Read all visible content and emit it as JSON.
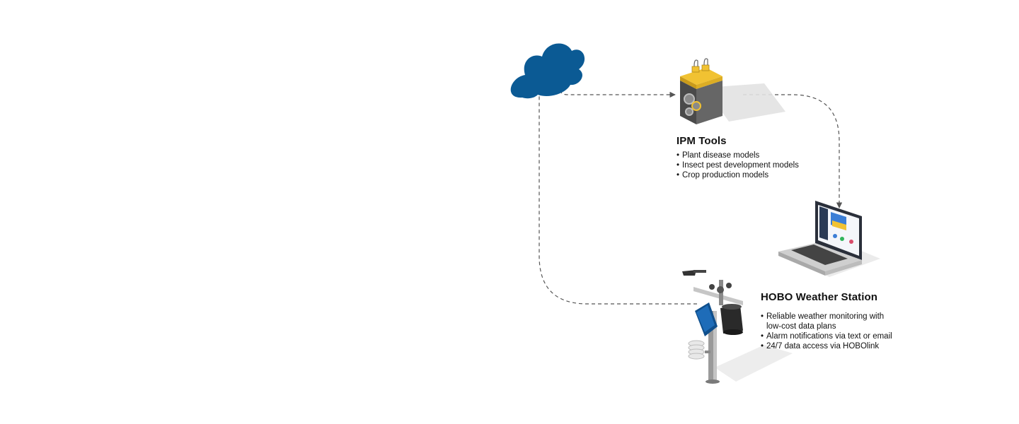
{
  "ipm_tools": {
    "title": "IPM Tools",
    "items": [
      "Plant disease models",
      "Insect pest development models",
      "Crop production models"
    ]
  },
  "hobo_station": {
    "title": "HOBO Weather Station",
    "items": [
      "Reliable weather monitoring with",
      "low-cost data plans",
      "Alarm notifications via text or email",
      "24/7 data access via HOBOlink"
    ]
  },
  "colors": {
    "cloud": "#0b5a94",
    "accent_yellow": "#f1c232",
    "server_gray": "#5a5a5a",
    "connector": "#444444"
  }
}
